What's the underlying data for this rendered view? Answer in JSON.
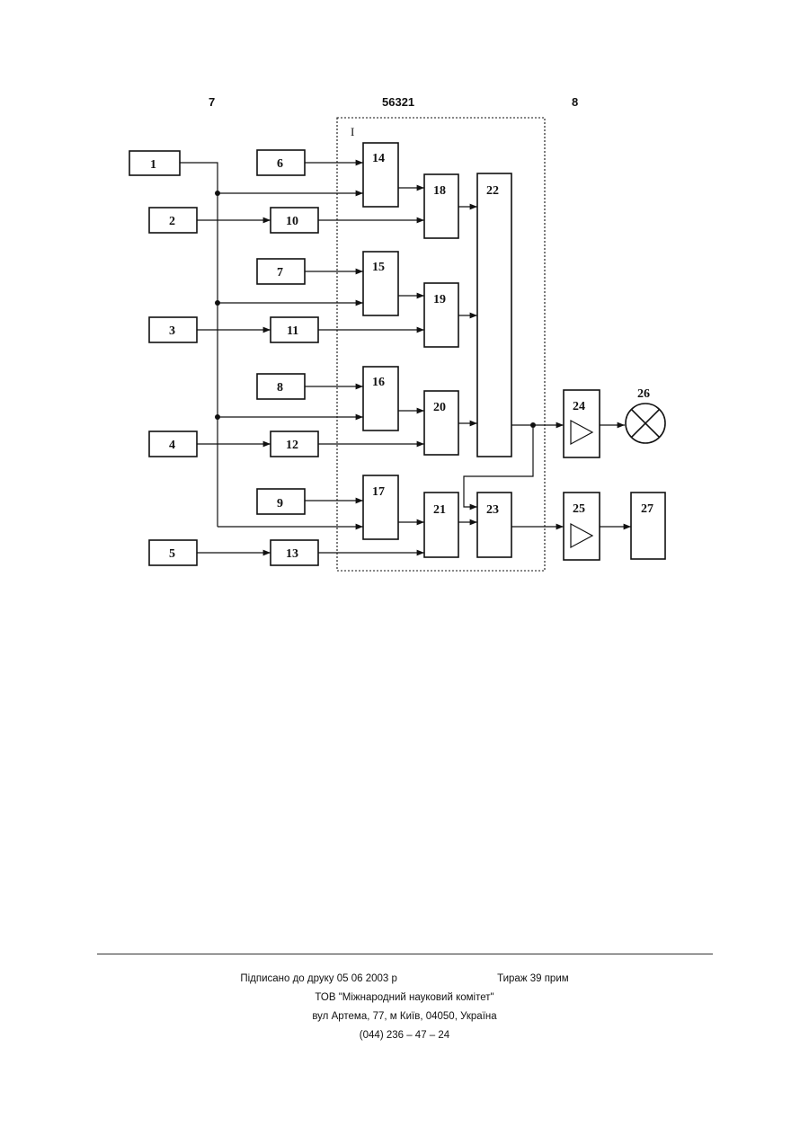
{
  "header": {
    "left": "7",
    "center": "56321",
    "right": "8"
  },
  "diagram": {
    "group_label": "I",
    "blocks": {
      "b1": "1",
      "b2": "2",
      "b3": "3",
      "b4": "4",
      "b5": "5",
      "b6": "6",
      "b7": "7",
      "b8": "8",
      "b9": "9",
      "b10": "10",
      "b11": "11",
      "b12": "12",
      "b13": "13",
      "b14": "14",
      "b15": "15",
      "b16": "16",
      "b17": "17",
      "b18": "18",
      "b19": "19",
      "b20": "20",
      "b21": "21",
      "b22": "22",
      "b23": "23",
      "b24": "24",
      "b25": "25",
      "b26": "26",
      "b27": "27"
    }
  },
  "footer": {
    "signed": "Підписано до друку 05 06 2003 р",
    "circulation": "Тираж 39 прим",
    "publisher": "ТОВ \"Міжнародний науковий комітет\"",
    "address": "вул  Артема, 77, м  Київ, 04050, Україна",
    "phone": "(044) 236 – 47 – 24"
  }
}
